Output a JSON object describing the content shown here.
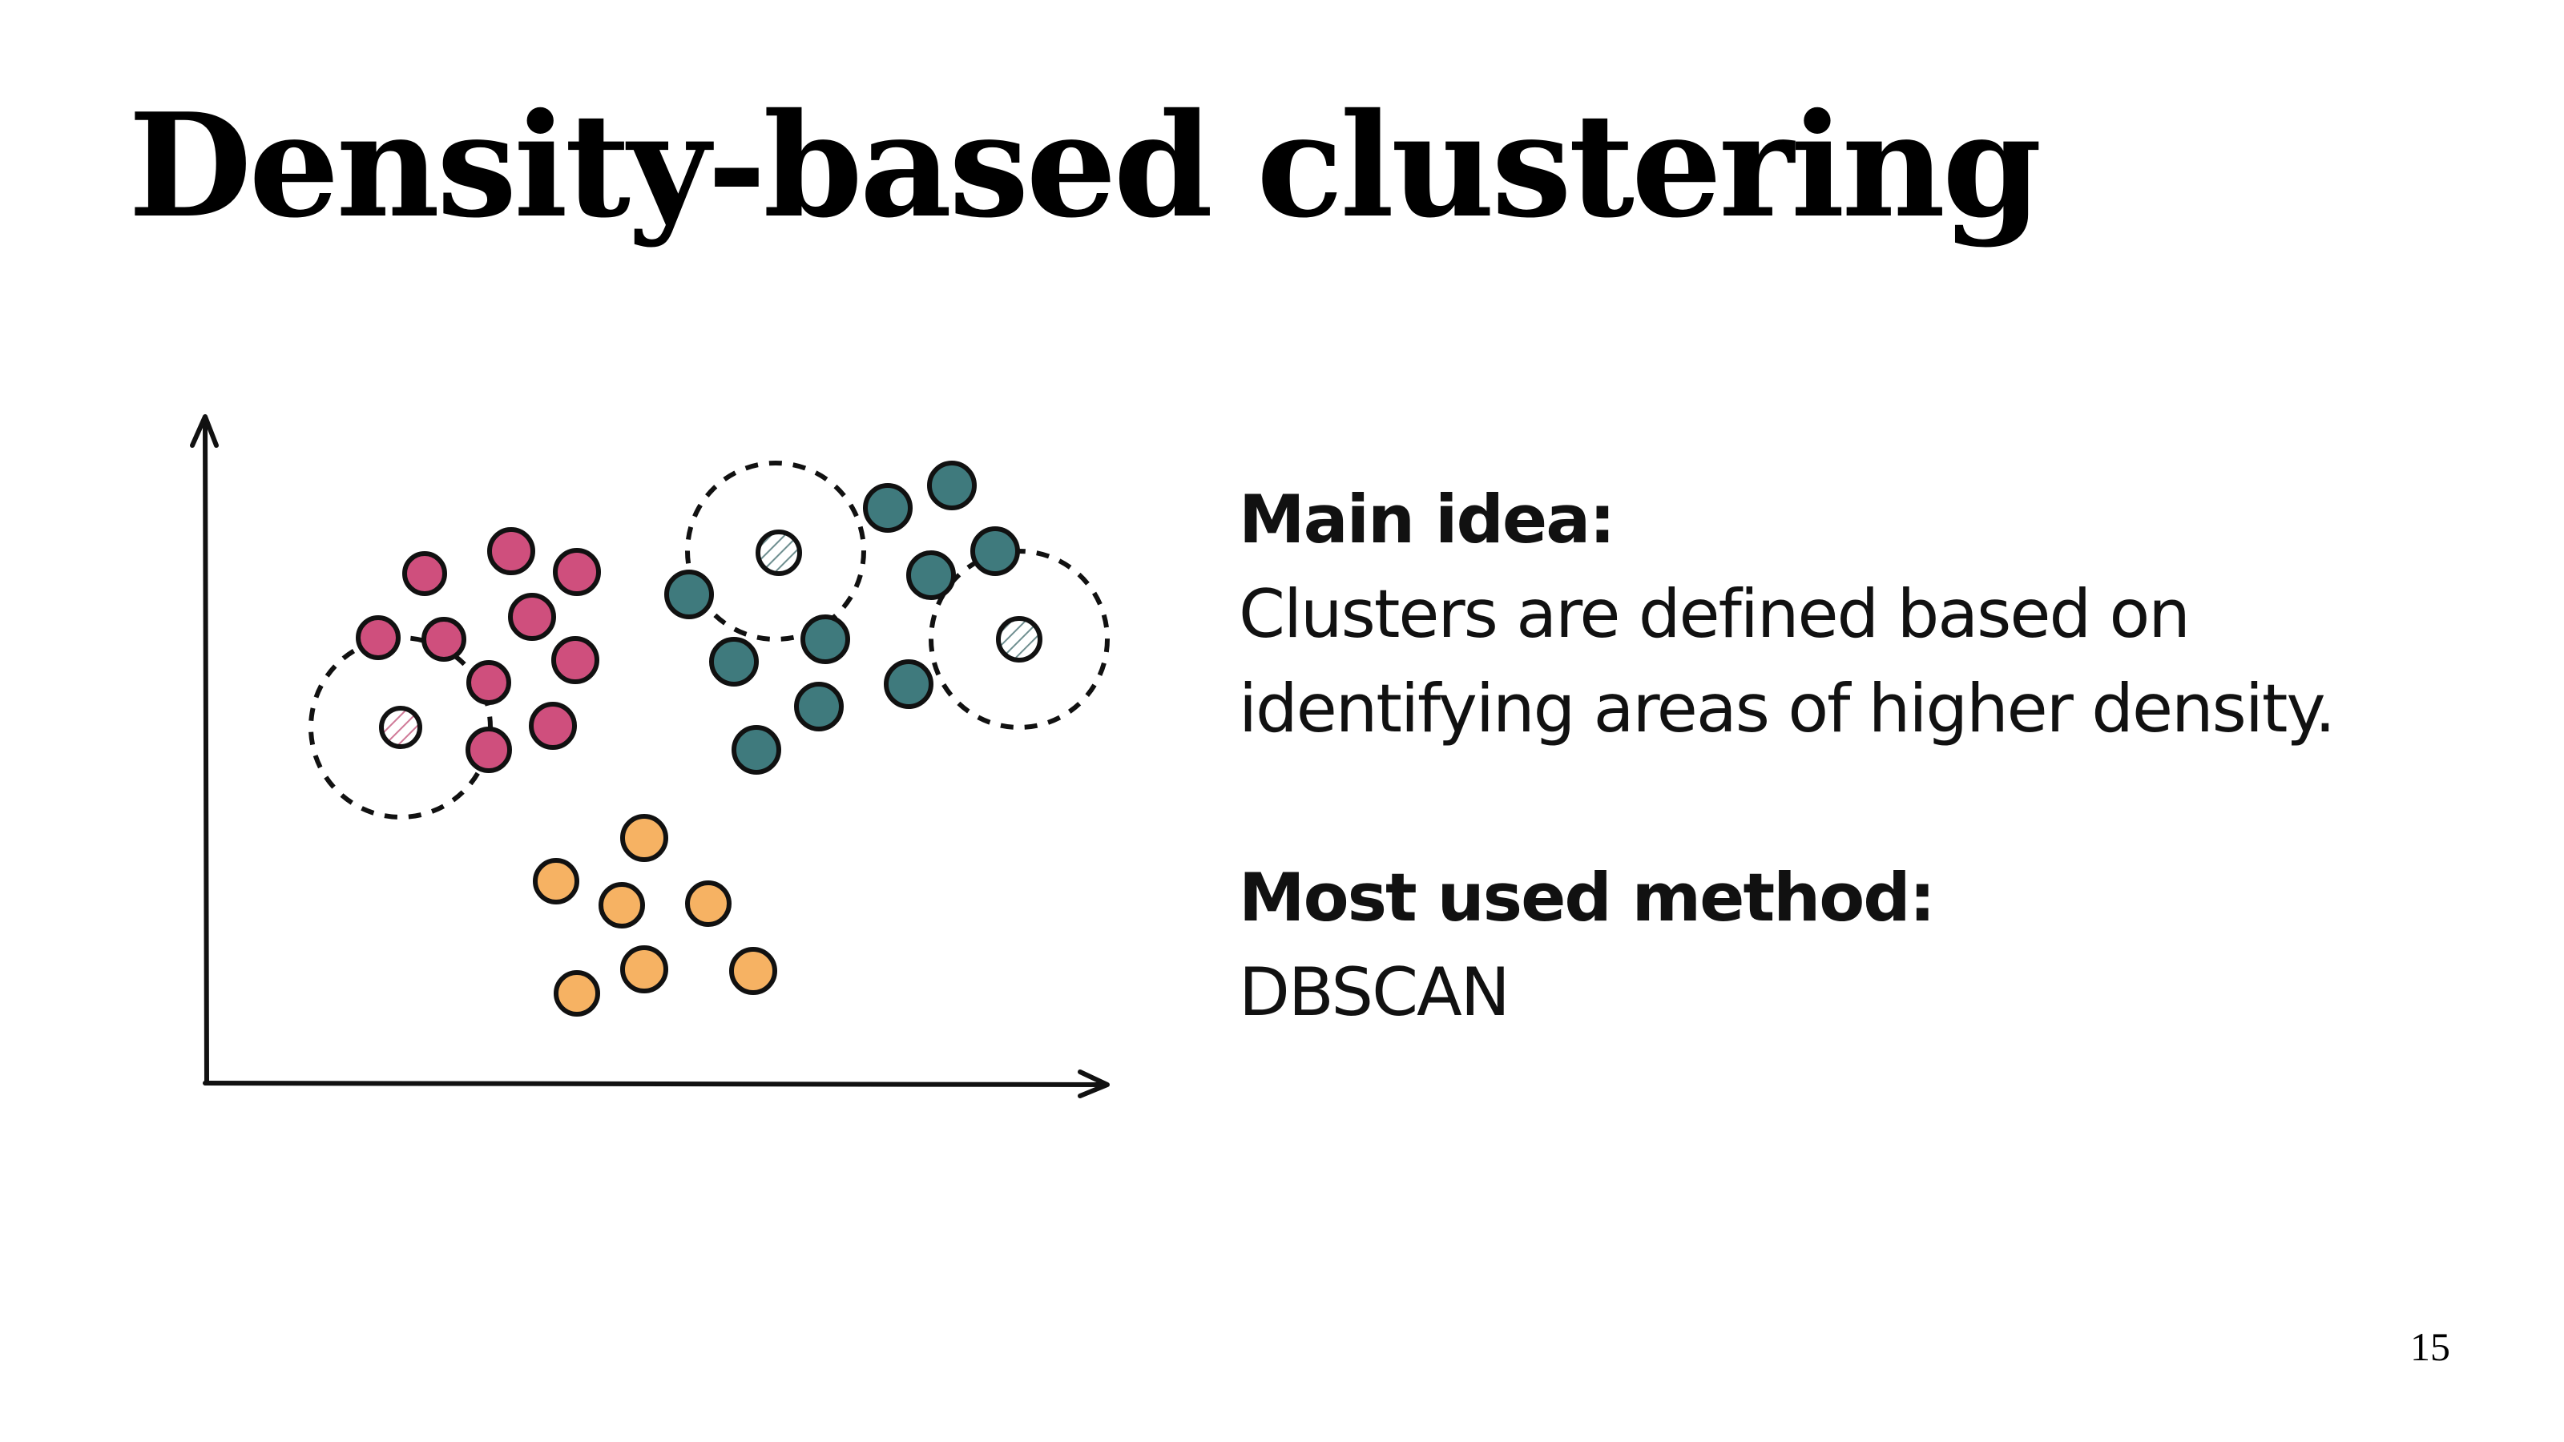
{
  "slide": {
    "title": "Density-based clustering",
    "page_number": "15"
  },
  "content": {
    "main_idea_heading": "Main idea:",
    "main_idea_text": "Clusters are defined based on identifying areas of higher density.",
    "method_heading": "Most used method:",
    "method_text": "DBSCAN"
  },
  "colors": {
    "pink": "#cf4f7d",
    "teal": "#3f7a7d",
    "orange": "#f6b263",
    "outline": "#111111"
  },
  "icons": [
    "y-axis-arrow-icon",
    "x-axis-arrow-icon"
  ]
}
